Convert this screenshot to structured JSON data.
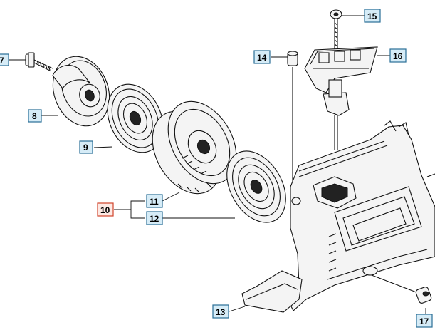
{
  "diagram": {
    "callouts": [
      {
        "id": "c7",
        "label": "7"
      },
      {
        "id": "c8",
        "label": "8"
      },
      {
        "id": "c9",
        "label": "9"
      },
      {
        "id": "c10",
        "label": "10"
      },
      {
        "id": "c11",
        "label": "11"
      },
      {
        "id": "c12",
        "label": "12"
      },
      {
        "id": "c13",
        "label": "13"
      },
      {
        "id": "c14",
        "label": "14"
      },
      {
        "id": "c15",
        "label": "15"
      },
      {
        "id": "c16",
        "label": "16"
      },
      {
        "id": "c17",
        "label": "17"
      }
    ],
    "colors": {
      "callout_fill": "#d6ecf7",
      "callout_border": "#2a6f97",
      "assembly_callout_border": "#d0442b",
      "line": "#111111"
    }
  }
}
